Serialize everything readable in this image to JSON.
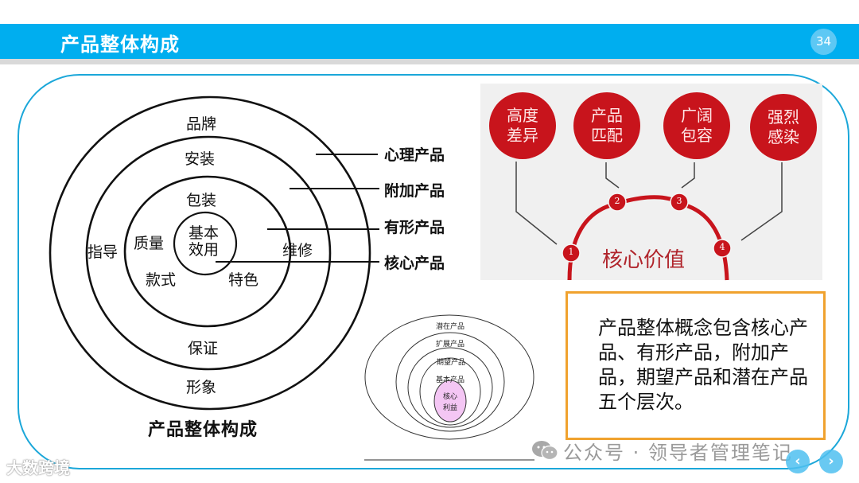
{
  "header": {
    "title": "产品整体构成",
    "page_number": "34"
  },
  "colors": {
    "title_bar": "#00AEEF",
    "frame": "#1BA7D9",
    "red_circle": "#C8141C",
    "core_text": "#B0242B",
    "orange_border": "#F0A22E",
    "inner_ellipse_fill": "#F4C6F4"
  },
  "concentric_diagram": {
    "rings": {
      "outer": [
        "品牌",
        "形象"
      ],
      "second": [
        "安装",
        "指导",
        "维修",
        "保证"
      ],
      "third": [
        "包装",
        "质量",
        "款式",
        "特色"
      ],
      "core": [
        "基本",
        "效用"
      ]
    },
    "side_labels": [
      "心理产品",
      "附加产品",
      "有形产品",
      "核心产品"
    ],
    "caption": "产品整体构成"
  },
  "core_value_panel": {
    "circles": [
      {
        "line1": "高度",
        "line2": "差异"
      },
      {
        "line1": "产品",
        "line2": "匹配"
      },
      {
        "line1": "广阔",
        "line2": "包容"
      },
      {
        "line1": "强烈",
        "line2": "感染"
      }
    ],
    "markers": [
      "1",
      "2",
      "3",
      "4"
    ],
    "center_label": "核心价值"
  },
  "five_level_diagram": {
    "levels": [
      "潜在产品",
      "扩展产品",
      "期望产品",
      "基本产品"
    ],
    "core": [
      "核心",
      "利益"
    ]
  },
  "summary_box": {
    "text": "产品整体概念包含核心产品、有形产品，附加产品，期望产品和潜在产品五个层次。"
  },
  "watermarks": {
    "left": "大数跨境",
    "right": "公众号 · 领导者管理笔记"
  },
  "nav": {
    "prev": "‹",
    "next": "›"
  }
}
